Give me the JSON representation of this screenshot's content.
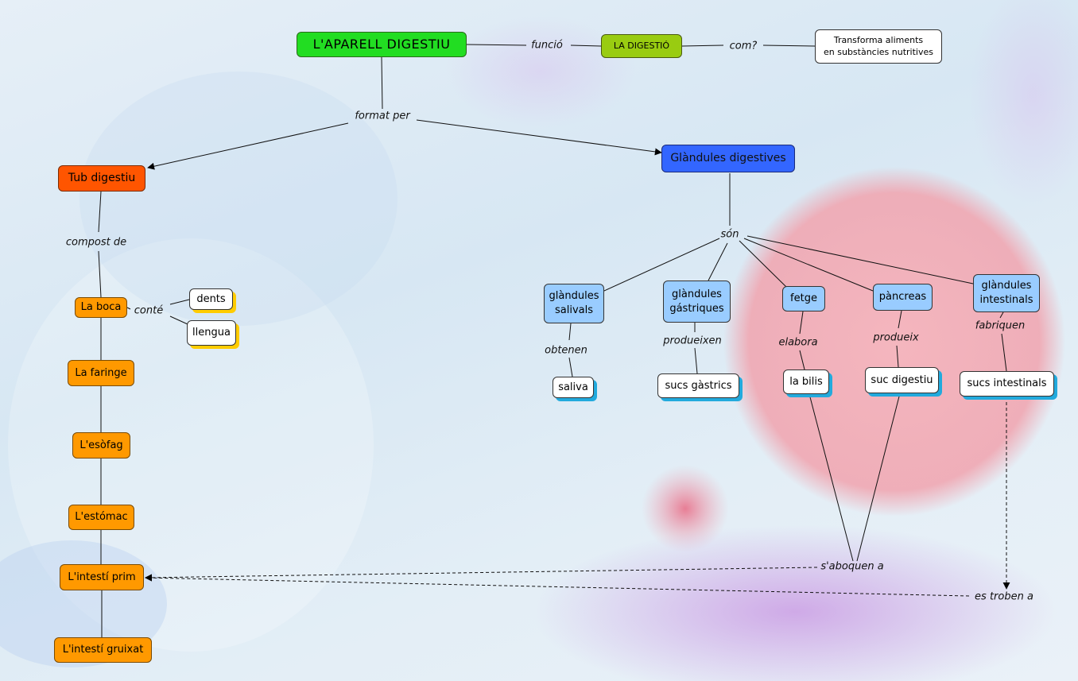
{
  "nodes": {
    "aparell": "L'APARELL DIGESTIU",
    "digestio": "LA DIGESTIÓ",
    "transforma_l1": "Transforma aliments",
    "transforma_l2": "en substàncies nutritives",
    "tub": "Tub digestiu",
    "glandules": "Glàndules digestives",
    "boca": "La boca",
    "dents": "dents",
    "llengua": "llengua",
    "faringe": "La faringe",
    "esofag": "L'esòfag",
    "estomac": "L'estómac",
    "intesti_prim": "L'intestí prim",
    "intesti_gruixat": "L'intestí gruixat",
    "salivals_l1": "glàndules",
    "salivals_l2": "salivals",
    "gastriques_l1": "glàndules",
    "gastriques_l2": "gástriques",
    "fetge": "fetge",
    "pancreas": "pàncreas",
    "intestinals_l1": "glàndules",
    "intestinals_l2": "intestinals",
    "saliva": "saliva",
    "sucs_gastrics": "sucs gàstrics",
    "bilis": "la bilis",
    "suc_digestiu": "suc digestiu",
    "sucs_intestinals": "sucs intestinals"
  },
  "links": {
    "funcio": "funció",
    "com": "com?",
    "format_per": "format per",
    "compost_de": "compost de",
    "conte": "conté",
    "son": "són",
    "obtenen": "obtenen",
    "produeixen": "produeixen",
    "elabora": "elabora",
    "produeix": "produeix",
    "fabriquen": "fabriquen",
    "saboquen_a": "s'aboquen a",
    "es_troben_a": "es troben a"
  },
  "colors": {
    "main_node": "#22dd22",
    "function_node": "#99cc11",
    "tube_node": "#ff5500",
    "glands_node": "#3366ff",
    "gland_type": "#99ccff",
    "organ": "#ff9900",
    "shadow_yellow": "#ffcc00",
    "shadow_cyan": "#22aadd"
  }
}
